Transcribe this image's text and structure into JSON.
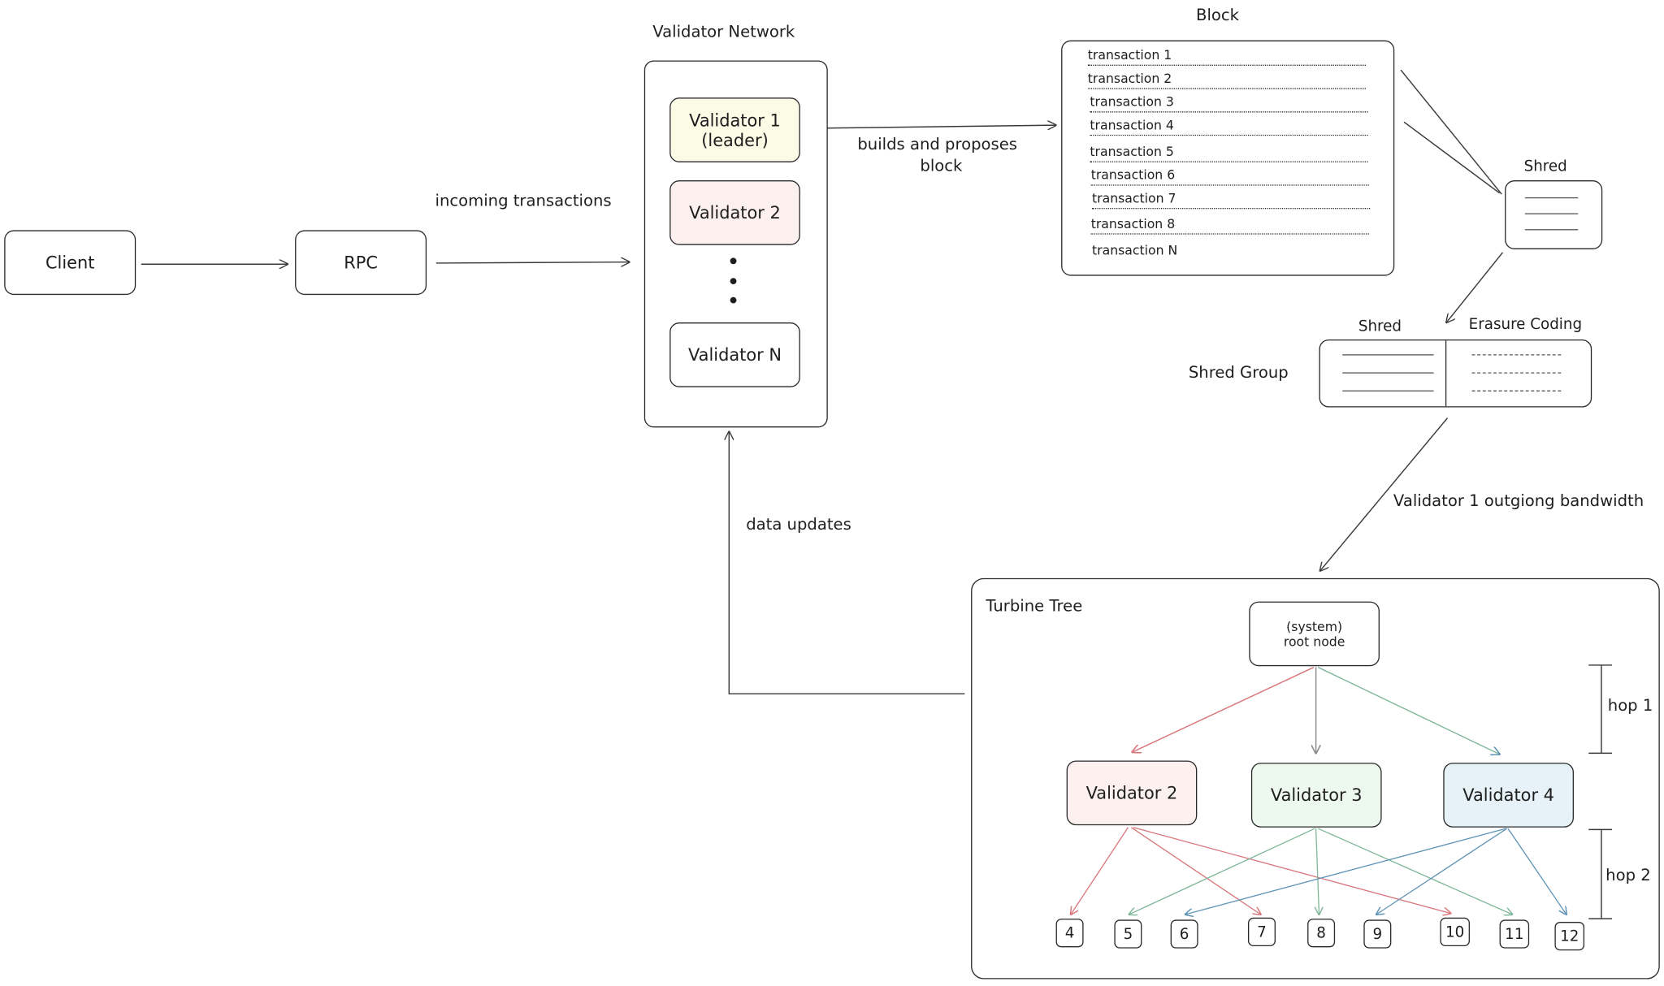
{
  "labels": {
    "client": "Client",
    "rpc": "RPC",
    "incoming": "incoming transactions",
    "validator_network": "Validator Network",
    "validator1": "Validator 1",
    "leader": "(leader)",
    "validator2": "Validator 2",
    "validatorN": "Validator N",
    "builds1": "builds and proposes",
    "builds2": "block",
    "block": "Block",
    "shred_top": "Shred",
    "shred_group": "Shred Group",
    "shred_label": "Shred",
    "erasure": "Erasure Coding",
    "outgoing": "Validator 1 outgiong bandwidth",
    "data_updates": "data updates",
    "turbine_tree": "Turbine Tree",
    "system": "(system)",
    "root_node": "root node",
    "tree_v2": "Validator 2",
    "tree_v3": "Validator 3",
    "tree_v4": "Validator 4",
    "hop1": "hop 1",
    "hop2": "hop 2"
  },
  "transactions": [
    "transaction 1",
    "transaction 2",
    "transaction 3",
    "transaction 4",
    "transaction 5",
    "transaction 6",
    "transaction 7",
    "transaction 8",
    "transaction N"
  ],
  "leaf_nodes": [
    "4",
    "5",
    "6",
    "7",
    "8",
    "9",
    "10",
    "11",
    "12"
  ],
  "colors": {
    "leader_fill": "#fbfbe6",
    "v2_fill": "#fcf1ef",
    "v3_fill": "#edf8ef",
    "v4_fill": "#e6f2f7",
    "red_edge": "#d9777c",
    "green_edge": "#7fb79a",
    "blue_edge": "#5f94b7",
    "gray_edge": "#8a8a8a"
  }
}
